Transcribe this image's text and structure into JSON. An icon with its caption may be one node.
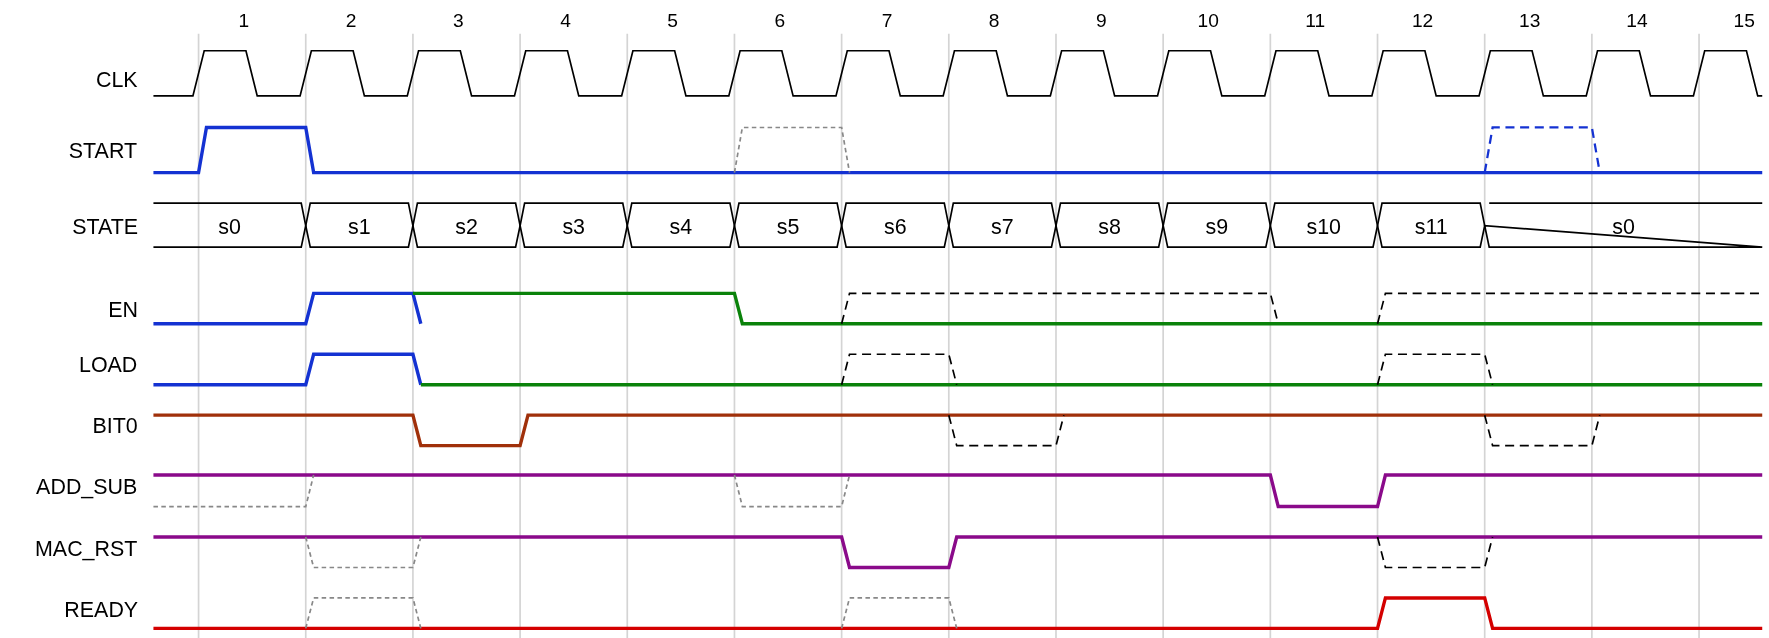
{
  "diagram": {
    "labels": [
      "1",
      "2",
      "3",
      "4",
      "5",
      "6",
      "7",
      "8",
      "9",
      "10",
      "11",
      "12",
      "13",
      "14",
      "15",
      "CLK",
      "START",
      "STATE",
      "s0",
      "s1",
      "s2",
      "s3",
      "s4",
      "s5",
      "s6",
      "s7",
      "s8",
      "s9",
      "s10",
      "s11",
      "s0",
      "EN",
      "LOAD",
      "BIT0",
      "ADD_SUB",
      "MAC_RST",
      "READY"
    ]
  }
}
